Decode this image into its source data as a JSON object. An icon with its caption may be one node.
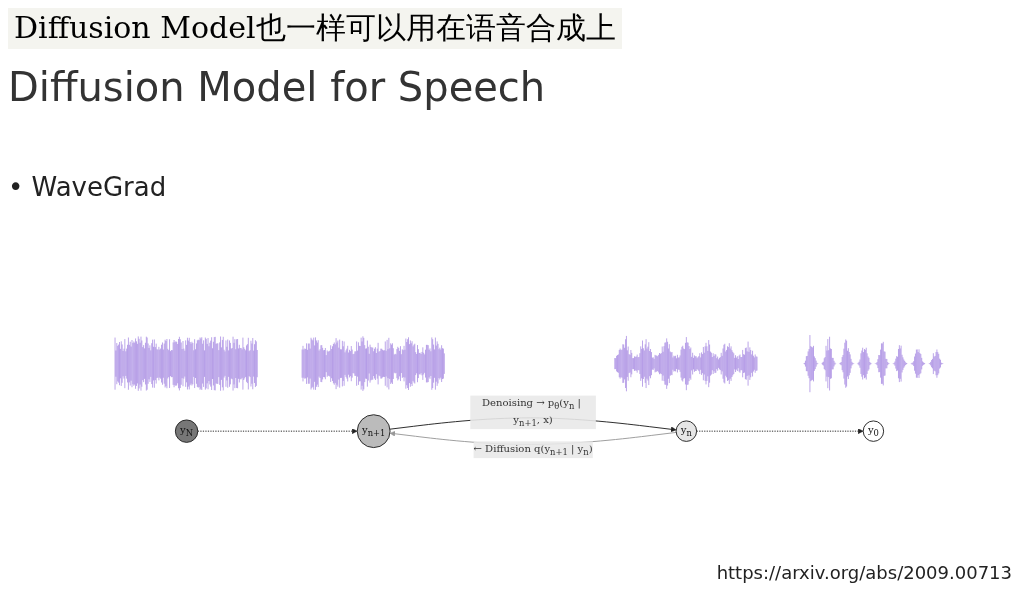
{
  "diagram": {
    "title": "Diffusion Model for Speech",
    "nodes": [
      {
        "text": [],
        "shape": "picture"
      },
      {
        "text": [],
        "shape": "picture"
      },
      {
        "text": [],
        "shape": "picture"
      },
      {
        "text": [],
        "shape": "picture"
      },
      {
        "text": [
          "y$_{N}$"
        ]
      },
      {
        "text": [
          "y$_{n+1}$"
        ]
      },
      {
        "text": [
          "y$_{n}$"
        ]
      },
      {
        "text": [
          "y$_{0}$"
        ]
      }
    ],
    "edges": [
      {
        "from": 4,
        "to": 5,
        "arrow": "to",
        "style": "dashed"
      },
      {
        "from": 5,
        "to": 6,
        "arrow": "to",
        "label": "Denoising → p$_{θ}$(y$_{n}$ | y$_{n+1}$, x)"
      },
      {
        "from": 6,
        "to": 5,
        "arrow": "to",
        "label": "← Diffusion q(y$_{n+1}$ | y$_{n}$)",
        "color": "#999999"
      },
      {
        "from": 6,
        "to": 7,
        "arrow": "to",
        "style": "dashed"
      }
    ],
    "labels": [
      "Diffusion Model也一样可以用在语音合成上",
      "• WaveGrad",
      "https://arxiv.org/abs/2009.00713"
    ]
  }
}
